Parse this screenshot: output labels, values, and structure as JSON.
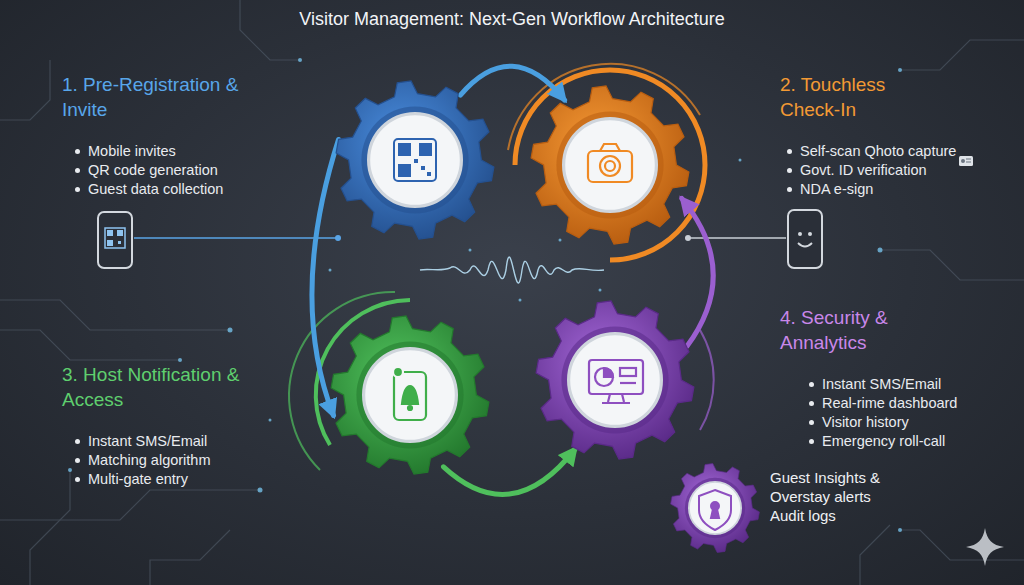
{
  "diagram": {
    "title": "Visitor Management: Next-Gen Workflow Architecture",
    "nodes": [
      {
        "text": [
          "1. Pre-Registration & Invite",
          "Mobile invites",
          "QR code generation",
          "Guest data collection"
        ]
      },
      {
        "text": [
          "2. Touchless Check-In",
          "Self-scan Qhoto capture",
          "Govt. ID verification",
          "NDA e-sign"
        ]
      },
      {
        "text": [
          "3. Host Notification & Access",
          "Instant SMS/Email",
          "Matching algorithm",
          "Multi-gate entry"
        ]
      },
      {
        "text": [
          "4. Security & Annalytics",
          "Instant SMS/Email",
          "Real-rime dashboard",
          "Visitor history",
          "Emergency roll-call"
        ]
      },
      {
        "text": [
          "Guest Insights & Overstay alerts",
          "Audit logs"
        ]
      }
    ],
    "edges": [
      {
        "from": 0,
        "to": 1,
        "arrow": "to"
      },
      {
        "from": 0,
        "to": 2,
        "arrow": "to"
      },
      {
        "from": 2,
        "to": 3,
        "arrow": "to"
      },
      {
        "from": 3,
        "to": 1,
        "arrow": "to"
      }
    ]
  }
}
